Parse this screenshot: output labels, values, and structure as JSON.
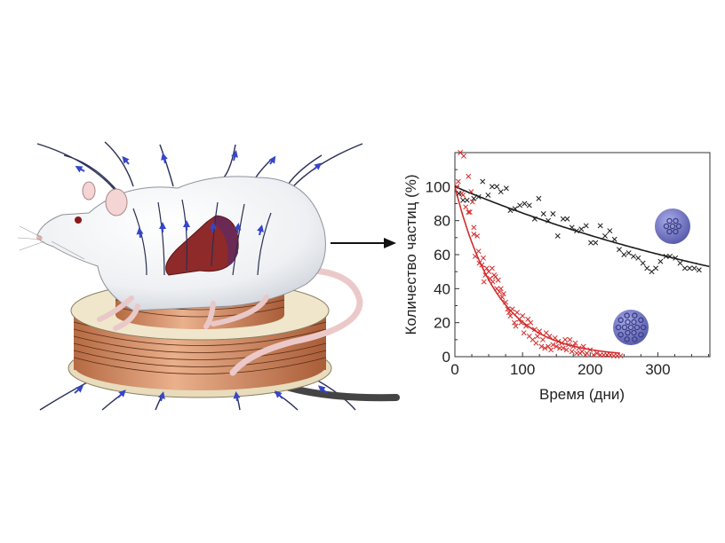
{
  "chart_data": {
    "type": "scatter",
    "title": "",
    "xlabel": "Время (дни)",
    "ylabel": "Количество частиц (%)",
    "xlim": [
      0,
      377
    ],
    "ylim": [
      0,
      120
    ],
    "xticks": [
      0,
      100,
      200,
      300
    ],
    "yticks": [
      0,
      20,
      40,
      60,
      80,
      100
    ],
    "grid": false,
    "colors": {
      "black_series": "#1a1a1a",
      "red_series": "#d42a2a",
      "particle": "#6a6fc0"
    },
    "series": [
      {
        "name": "larger particles (many cores)",
        "marker": "x",
        "color": "#d42a2a",
        "fit": {
          "model": "exponential",
          "y0": 100,
          "tau_days": 63,
          "x_end": 245
        },
        "points": [
          [
            3,
            100
          ],
          [
            5,
            103
          ],
          [
            8,
            120
          ],
          [
            13,
            118
          ],
          [
            10,
            96
          ],
          [
            12,
            95
          ],
          [
            16,
            88
          ],
          [
            20,
            106
          ],
          [
            20,
            85
          ],
          [
            22,
            85
          ],
          [
            24,
            97
          ],
          [
            26,
            91
          ],
          [
            28,
            76
          ],
          [
            28,
            72
          ],
          [
            30,
            59
          ],
          [
            33,
            71
          ],
          [
            35,
            62
          ],
          [
            36,
            55
          ],
          [
            40,
            54
          ],
          [
            42,
            58
          ],
          [
            43,
            44
          ],
          [
            45,
            48
          ],
          [
            47,
            52
          ],
          [
            50,
            50
          ],
          [
            52,
            46
          ],
          [
            55,
            52
          ],
          [
            56,
            44
          ],
          [
            58,
            48
          ],
          [
            60,
            47
          ],
          [
            62,
            40
          ],
          [
            64,
            45
          ],
          [
            66,
            38
          ],
          [
            68,
            40
          ],
          [
            70,
            35
          ],
          [
            72,
            37
          ],
          [
            75,
            32
          ],
          [
            78,
            28
          ],
          [
            80,
            26
          ],
          [
            82,
            24
          ],
          [
            85,
            28
          ],
          [
            88,
            20
          ],
          [
            90,
            18
          ],
          [
            92,
            26
          ],
          [
            95,
            22
          ],
          [
            98,
            20
          ],
          [
            100,
            24
          ],
          [
            102,
            14
          ],
          [
            105,
            18
          ],
          [
            108,
            22
          ],
          [
            110,
            12
          ],
          [
            112,
            20
          ],
          [
            115,
            10
          ],
          [
            118,
            16
          ],
          [
            120,
            8
          ],
          [
            122,
            12
          ],
          [
            125,
            15
          ],
          [
            128,
            6
          ],
          [
            130,
            10
          ],
          [
            133,
            5
          ],
          [
            135,
            14
          ],
          [
            138,
            6
          ],
          [
            140,
            12
          ],
          [
            142,
            4
          ],
          [
            145,
            7
          ],
          [
            148,
            11
          ],
          [
            150,
            6
          ],
          [
            153,
            9
          ],
          [
            155,
            5
          ],
          [
            158,
            8
          ],
          [
            160,
            5
          ],
          [
            163,
            10
          ],
          [
            165,
            4
          ],
          [
            168,
            7
          ],
          [
            170,
            10
          ],
          [
            173,
            3
          ],
          [
            175,
            6
          ],
          [
            178,
            8
          ],
          [
            180,
            2
          ],
          [
            183,
            5
          ],
          [
            185,
            2
          ],
          [
            188,
            3
          ],
          [
            190,
            6
          ],
          [
            193,
            1
          ],
          [
            195,
            2
          ],
          [
            200,
            4
          ],
          [
            205,
            1
          ],
          [
            210,
            2
          ],
          [
            215,
            1
          ],
          [
            220,
            1
          ],
          [
            225,
            1
          ],
          [
            230,
            1
          ],
          [
            235,
            0.5
          ],
          [
            240,
            0.5
          ],
          [
            245,
            0.5
          ]
        ]
      },
      {
        "name": "smaller particles (few cores)",
        "marker": "x",
        "color": "#1a1a1a",
        "fit": {
          "model": "exponential",
          "y0": 100,
          "tau_days": 593,
          "x_end": 377
        },
        "points": [
          [
            6,
            96
          ],
          [
            12,
            92
          ],
          [
            18,
            92
          ],
          [
            28,
            93
          ],
          [
            35,
            94
          ],
          [
            41,
            103
          ],
          [
            49,
            95
          ],
          [
            55,
            100
          ],
          [
            62,
            100
          ],
          [
            68,
            97
          ],
          [
            76,
            99
          ],
          [
            82,
            86
          ],
          [
            89,
            87
          ],
          [
            96,
            89
          ],
          [
            103,
            90
          ],
          [
            110,
            89
          ],
          [
            118,
            81
          ],
          [
            124,
            93
          ],
          [
            131,
            84
          ],
          [
            138,
            80
          ],
          [
            145,
            84
          ],
          [
            152,
            71
          ],
          [
            160,
            81
          ],
          [
            166,
            81
          ],
          [
            173,
            76
          ],
          [
            180,
            74
          ],
          [
            187,
            75
          ],
          [
            194,
            77
          ],
          [
            201,
            67
          ],
          [
            208,
            67
          ],
          [
            215,
            77
          ],
          [
            222,
            71
          ],
          [
            229,
            74
          ],
          [
            236,
            69
          ],
          [
            243,
            63
          ],
          [
            250,
            60
          ],
          [
            257,
            61
          ],
          [
            264,
            59
          ],
          [
            271,
            58
          ],
          [
            278,
            55
          ],
          [
            284,
            52
          ],
          [
            291,
            50
          ],
          [
            297,
            52
          ],
          [
            304,
            56
          ],
          [
            312,
            59
          ],
          [
            318,
            59
          ],
          [
            326,
            58
          ],
          [
            333,
            55
          ],
          [
            340,
            52
          ],
          [
            347,
            52
          ],
          [
            354,
            52
          ],
          [
            361,
            51
          ]
        ]
      }
    ]
  }
}
